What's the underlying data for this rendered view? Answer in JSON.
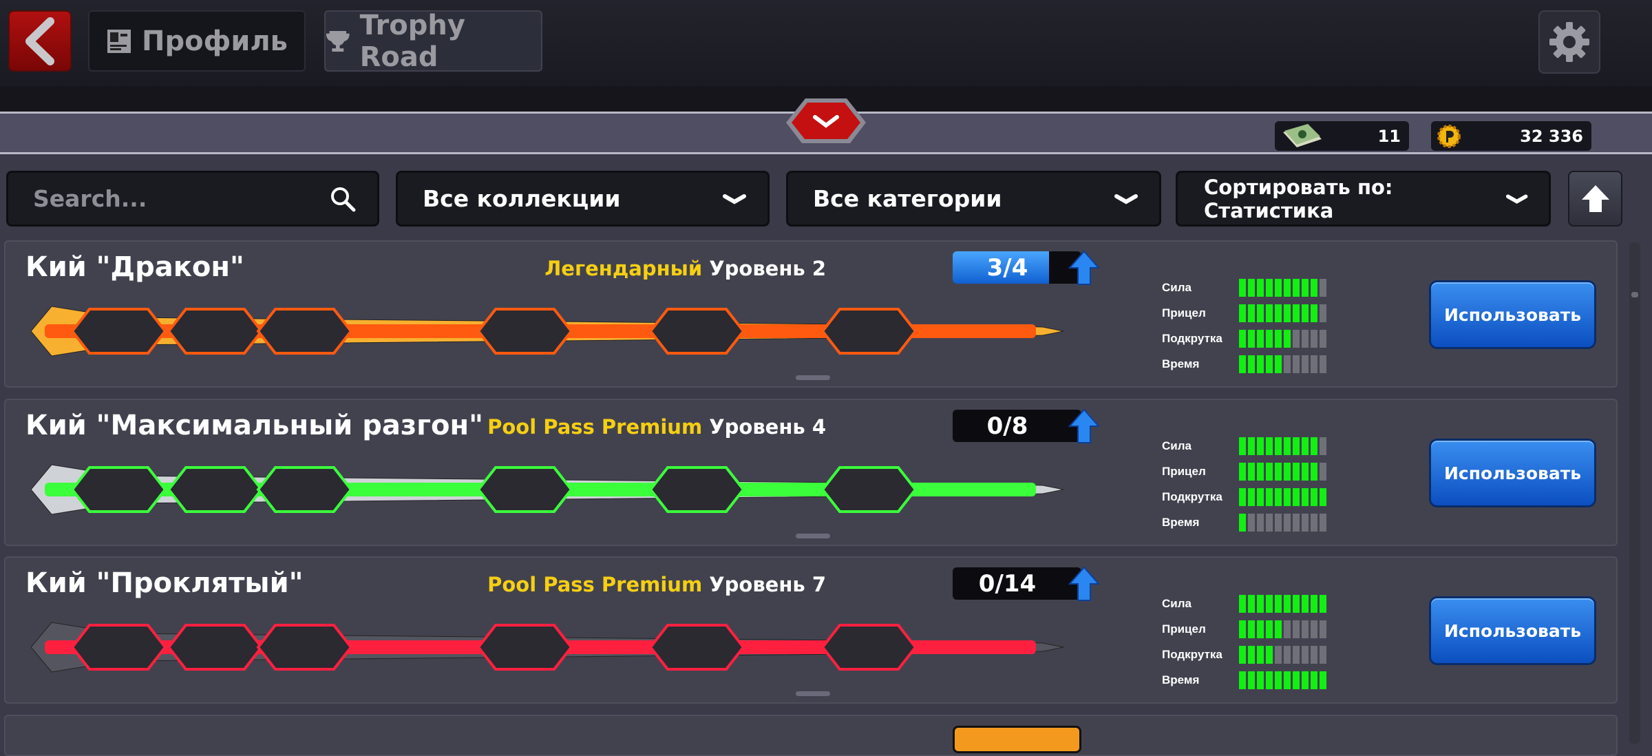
{
  "header": {
    "profile_tab": "Профиль",
    "trophy_tab": "Trophy Road"
  },
  "currency": {
    "cash": "11",
    "coins": "32 336"
  },
  "filters": {
    "search_placeholder": "Search...",
    "collections": "Все коллекции",
    "categories": "Все категории",
    "sort": "Сортировать по: Статистика"
  },
  "stat_labels": [
    "Сила",
    "Прицел",
    "Подкрутка",
    "Время"
  ],
  "use_label": "Использовать",
  "cues": [
    {
      "name": "Кий \"Дракон\"",
      "rarity": "Легендарный",
      "level": "Уровень 2",
      "progress": "3/4",
      "progress_fraction": 0.75,
      "stats": [
        9,
        9,
        6,
        5
      ],
      "color": "#ff5a10",
      "accent": "#f7b030"
    },
    {
      "name": "Кий \"Максимальный разгон\"",
      "rarity": "Pool Pass Premium",
      "level": "Уровень 4",
      "progress": "0/8",
      "progress_fraction": 0,
      "stats": [
        9,
        9,
        10,
        1
      ],
      "color": "#3cff3c",
      "accent": "#cfd3d8"
    },
    {
      "name": "Кий \"Проклятый\"",
      "rarity": "Pool Pass Premium",
      "level": "Уровень 7",
      "progress": "0/14",
      "progress_fraction": 0,
      "stats": [
        10,
        5,
        4,
        10
      ],
      "color": "#ff2040",
      "accent": "#55555f"
    }
  ],
  "colors": {
    "stat_on": "#12f012",
    "stat_off": "#707078",
    "rarity": "#f6cf12",
    "use_button": "#1f6fe0"
  }
}
